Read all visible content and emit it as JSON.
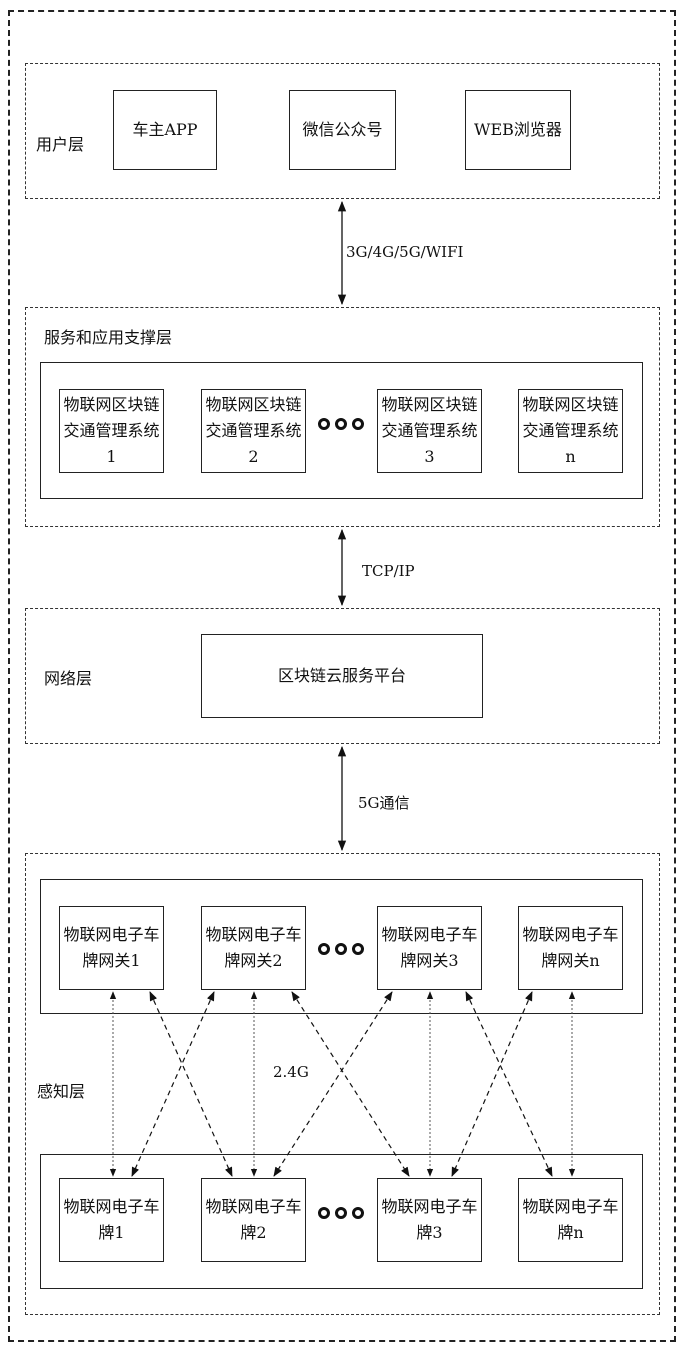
{
  "user_layer": {
    "label": "用户层",
    "items": [
      "车主APP",
      "微信公众号",
      "WEB浏览器"
    ]
  },
  "link_user_service": "3G/4G/5G/WIFI",
  "service_layer": {
    "label": "服务和应用支撑层",
    "items": [
      "物联网区块链\n交通管理系统\n1",
      "物联网区块链\n交通管理系统\n2",
      "物联网区块链\n交通管理系统\n3",
      "物联网区块链\n交通管理系统\nn"
    ]
  },
  "link_service_network": "TCP/IP",
  "network_layer": {
    "label": "网络层",
    "platform": "区块链云服务平台"
  },
  "link_network_perception": "5G通信",
  "perception_layer": {
    "label": "感知层",
    "gateways": [
      "物联网电子车\n牌网关1",
      "物联网电子车\n牌网关2",
      "物联网电子车\n牌网关3",
      "物联网电子车\n牌网关n"
    ],
    "plates": [
      "物联网电子车\n牌1",
      "物联网电子车\n牌2",
      "物联网电子车\n牌3",
      "物联网电子车\n牌n"
    ],
    "wireless_label": "2.4G"
  },
  "ellipsis_icon": "three-circles-icon"
}
